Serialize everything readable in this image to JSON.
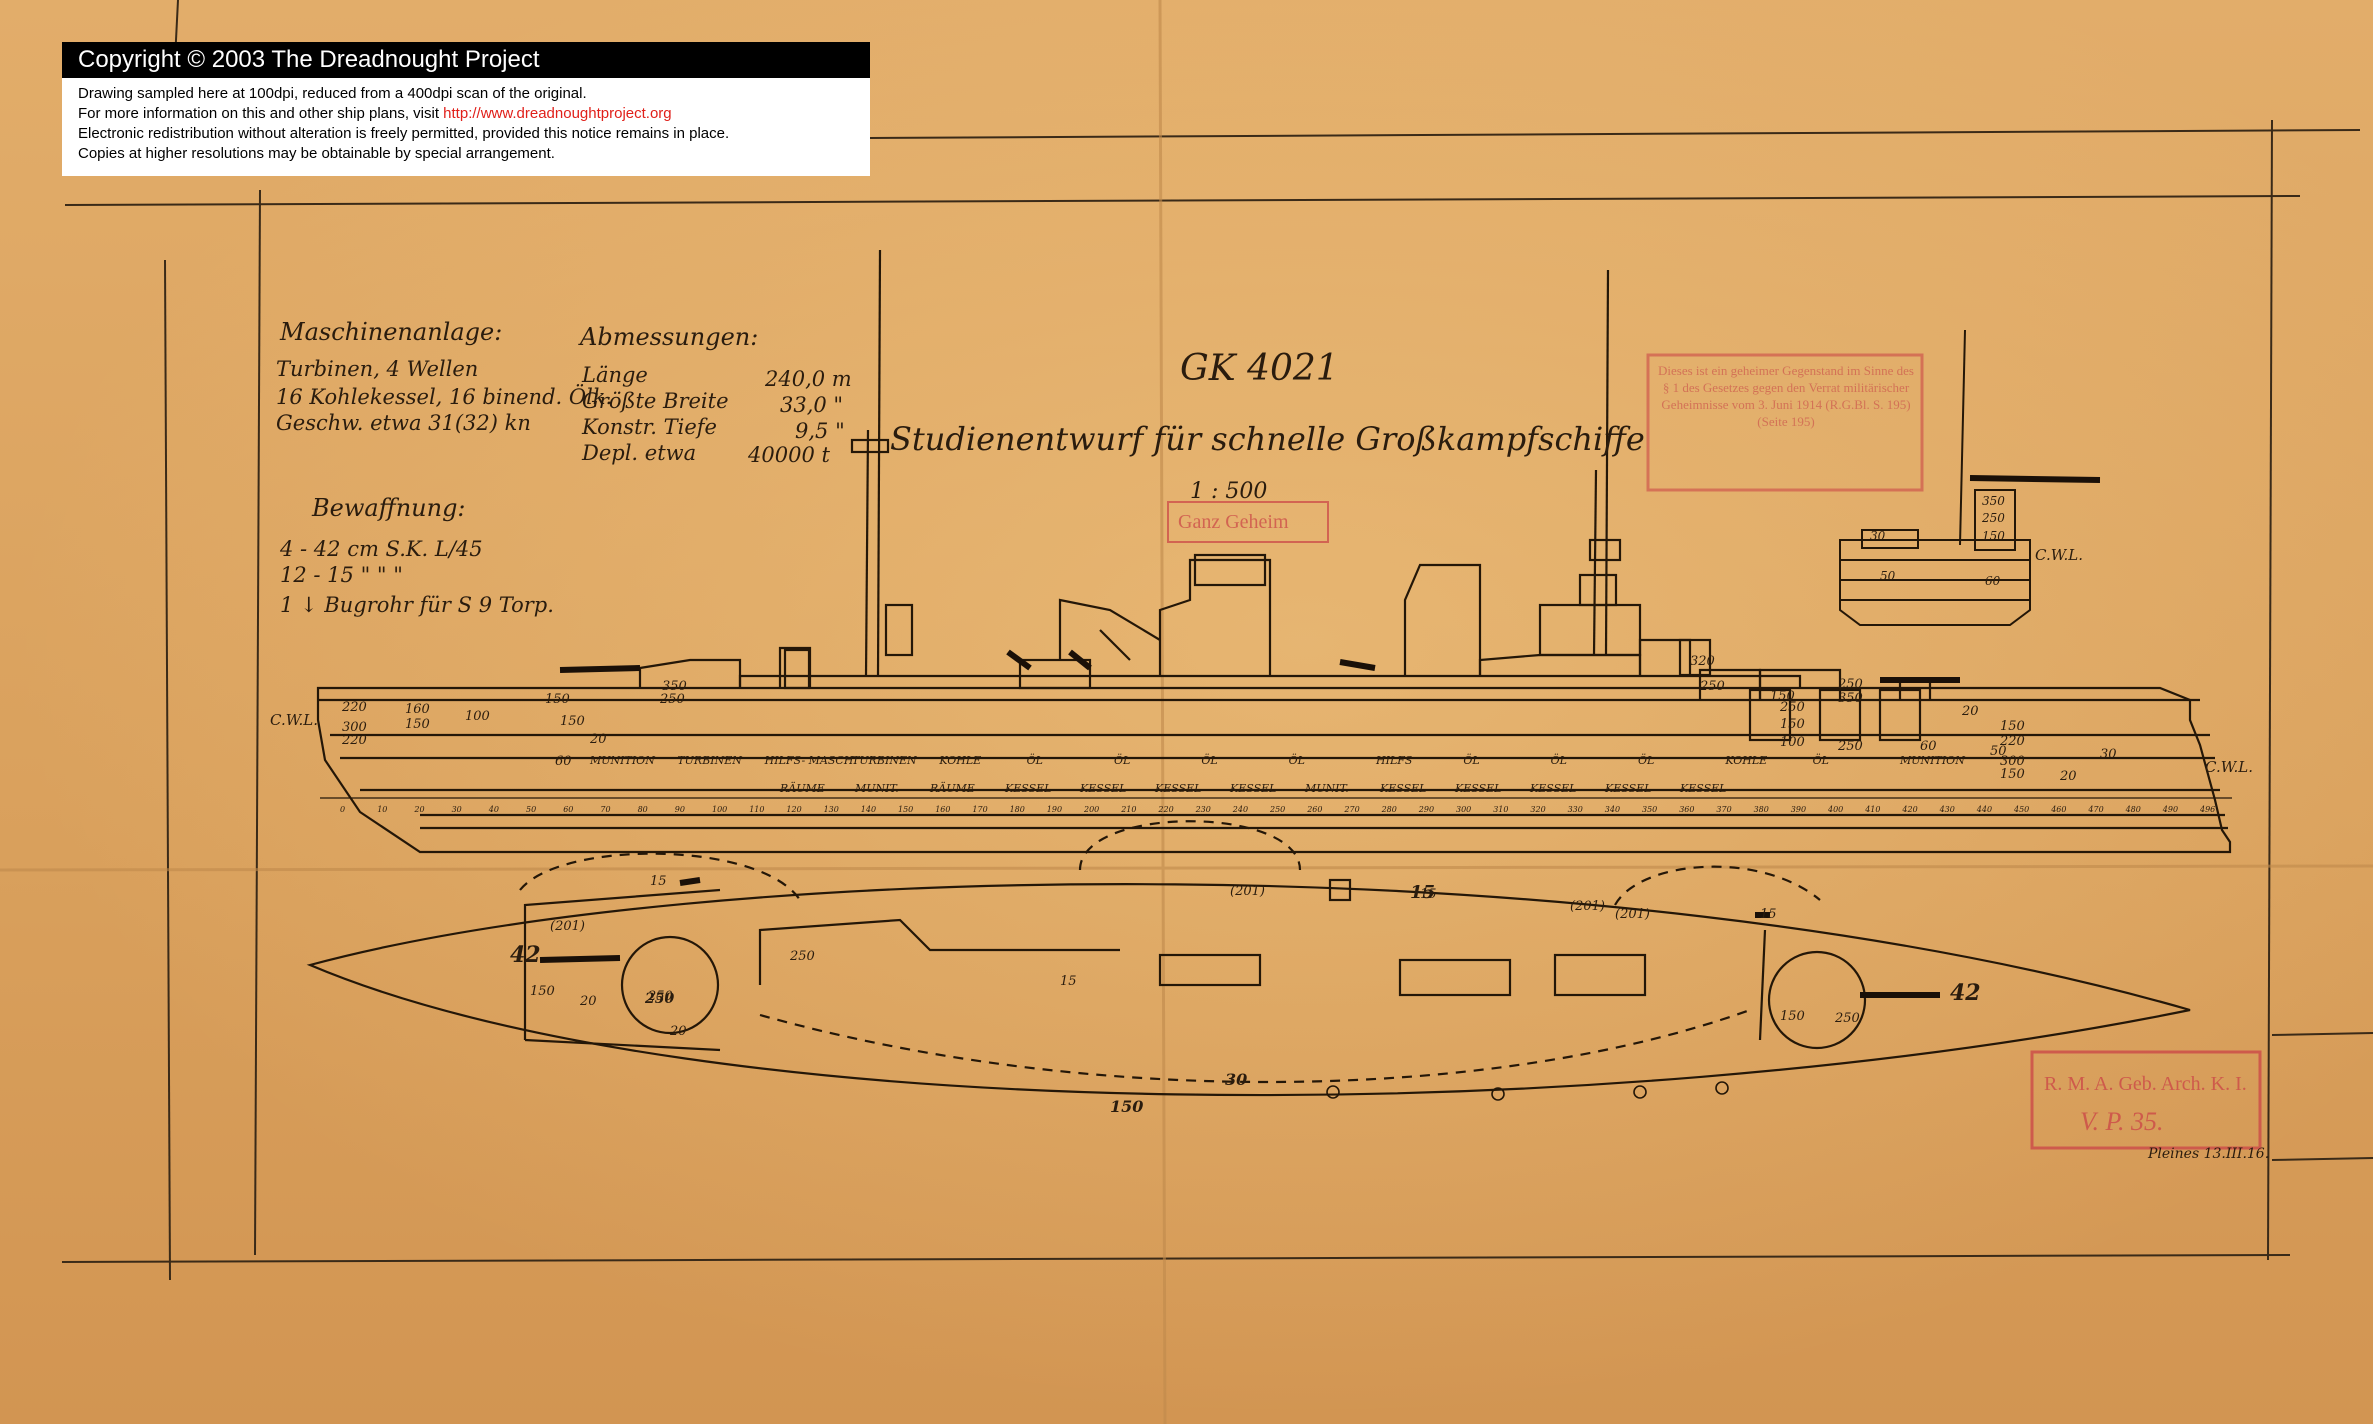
{
  "notice": {
    "title": "Copyright © 2003 The Dreadnought Project",
    "line1": "Drawing sampled here at 100dpi, reduced from a 400dpi scan of the original.",
    "line2_prefix": "For more information on this and other ship plans, visit ",
    "line2_link": "http://www.dreadnoughtproject.org",
    "line3": "Electronic redistribution without alteration is freely permitted, provided this notice remains in place.",
    "line4": "Copies at higher resolutions may be obtainable by special arrangement."
  },
  "machinery": {
    "heading": "Maschinenanlage:",
    "lines": [
      "Turbinen, 4 Wellen",
      "16 Kohlekessel, 16 binend. Ölk.",
      "Geschw. etwa 31(32) kn"
    ]
  },
  "dimensions": {
    "heading": "Abmessungen:",
    "rows": [
      {
        "label": "Länge",
        "value": "240,0 m"
      },
      {
        "label": "Größte Breite",
        "value": "33,0 \""
      },
      {
        "label": "Konstr. Tiefe",
        "value": "9,5 \""
      },
      {
        "label": "Depl. etwa",
        "value": "40000 t"
      }
    ]
  },
  "armament": {
    "heading": "Bewaffnung:",
    "lines": [
      "4 - 42 cm S.K. L/45",
      "12 - 15 \" \" \"",
      "1 ↓ Bugrohr für S 9 Torp."
    ]
  },
  "title": {
    "code": "GK 4021",
    "subtitle": "Studienentwurf für schnelle Großkampfschiffe",
    "scale": "1 : 500"
  },
  "stamps": {
    "secret_small": "Ganz Geheim",
    "secret_box": "Dieses ist ein geheimer Gegenstand im Sinne des § 1 des Gesetzes gegen den Verrat militärischer Geheimnisse vom 3. Juni 1914 (R.G.Bl. S. 195) (Seite 195)",
    "archive_line1": "R. M. A. Geb. Arch. K. I.",
    "archive_line2": "V. P. 35."
  },
  "signature": "Pleines 13.III.16.",
  "labels": {
    "cwl": "C.W.L.",
    "bow_gun": "42",
    "stern_gun": "42",
    "sec_gun": "15",
    "centre": "30",
    "outer": "150",
    "barbette": "250"
  },
  "armor_left": [
    "220",
    "220",
    "300",
    "160",
    "150",
    "100",
    "150",
    "150",
    "250",
    "350",
    "60",
    "20"
  ],
  "armor_right": [
    "320",
    "250",
    "150",
    "250",
    "350",
    "250",
    "150",
    "100",
    "250",
    "20",
    "150",
    "220",
    "300",
    "150",
    "20",
    "30",
    "60",
    "50"
  ],
  "section_labels": [
    "350",
    "250",
    "150",
    "30",
    "50",
    "60",
    "C.W.L."
  ],
  "compartments_upper": [
    "MUNITION",
    "TURBINEN",
    "HILFS- MASCH.",
    "TURBINEN",
    "KOHLE",
    "ÖL",
    "ÖL",
    "ÖL",
    "ÖL",
    "HILFS",
    "ÖL",
    "ÖL",
    "ÖL",
    "KOHLE",
    "ÖL",
    "MUNITION"
  ],
  "compartments_lower": [
    "RÄUME",
    "MUNIT.",
    "RÄUME",
    "KESSEL",
    "KESSEL",
    "KESSEL",
    "KESSEL",
    "MUNIT.",
    "KESSEL",
    "KESSEL",
    "KESSEL",
    "KESSEL",
    "KESSEL"
  ],
  "frames": [
    "0",
    "10",
    "20",
    "30",
    "40",
    "50",
    "60",
    "70",
    "80",
    "90",
    "100",
    "110",
    "120",
    "130",
    "140",
    "150",
    "160",
    "170",
    "180",
    "190",
    "200",
    "210",
    "220",
    "230",
    "240",
    "250",
    "260",
    "270",
    "280",
    "290",
    "300",
    "310",
    "320",
    "330",
    "340",
    "350",
    "360",
    "370",
    "380",
    "390",
    "400",
    "410",
    "420",
    "430",
    "440",
    "450",
    "460",
    "470",
    "480",
    "490",
    "496"
  ],
  "plan_labels": [
    "(201)",
    "(201)",
    "(201)",
    "(201)",
    "150",
    "250",
    "150",
    "250",
    "250",
    "20",
    "20",
    "15",
    "15",
    "15",
    "15"
  ]
}
